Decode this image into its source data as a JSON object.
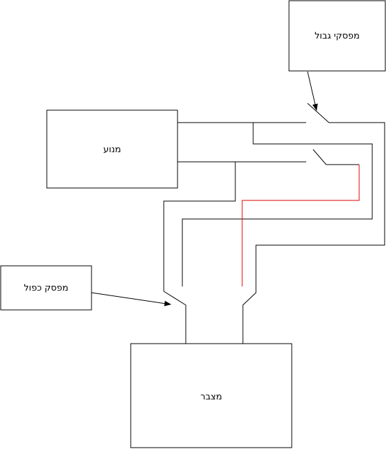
{
  "colors": {
    "line": "#000000",
    "highlight_wire": "#e00000",
    "background": "#ffffff"
  },
  "labels": {
    "limit_switch": "מפסקי גבול",
    "motor": "מנוע",
    "double_switch": "מפסק כפול",
    "battery": "מצבר"
  }
}
